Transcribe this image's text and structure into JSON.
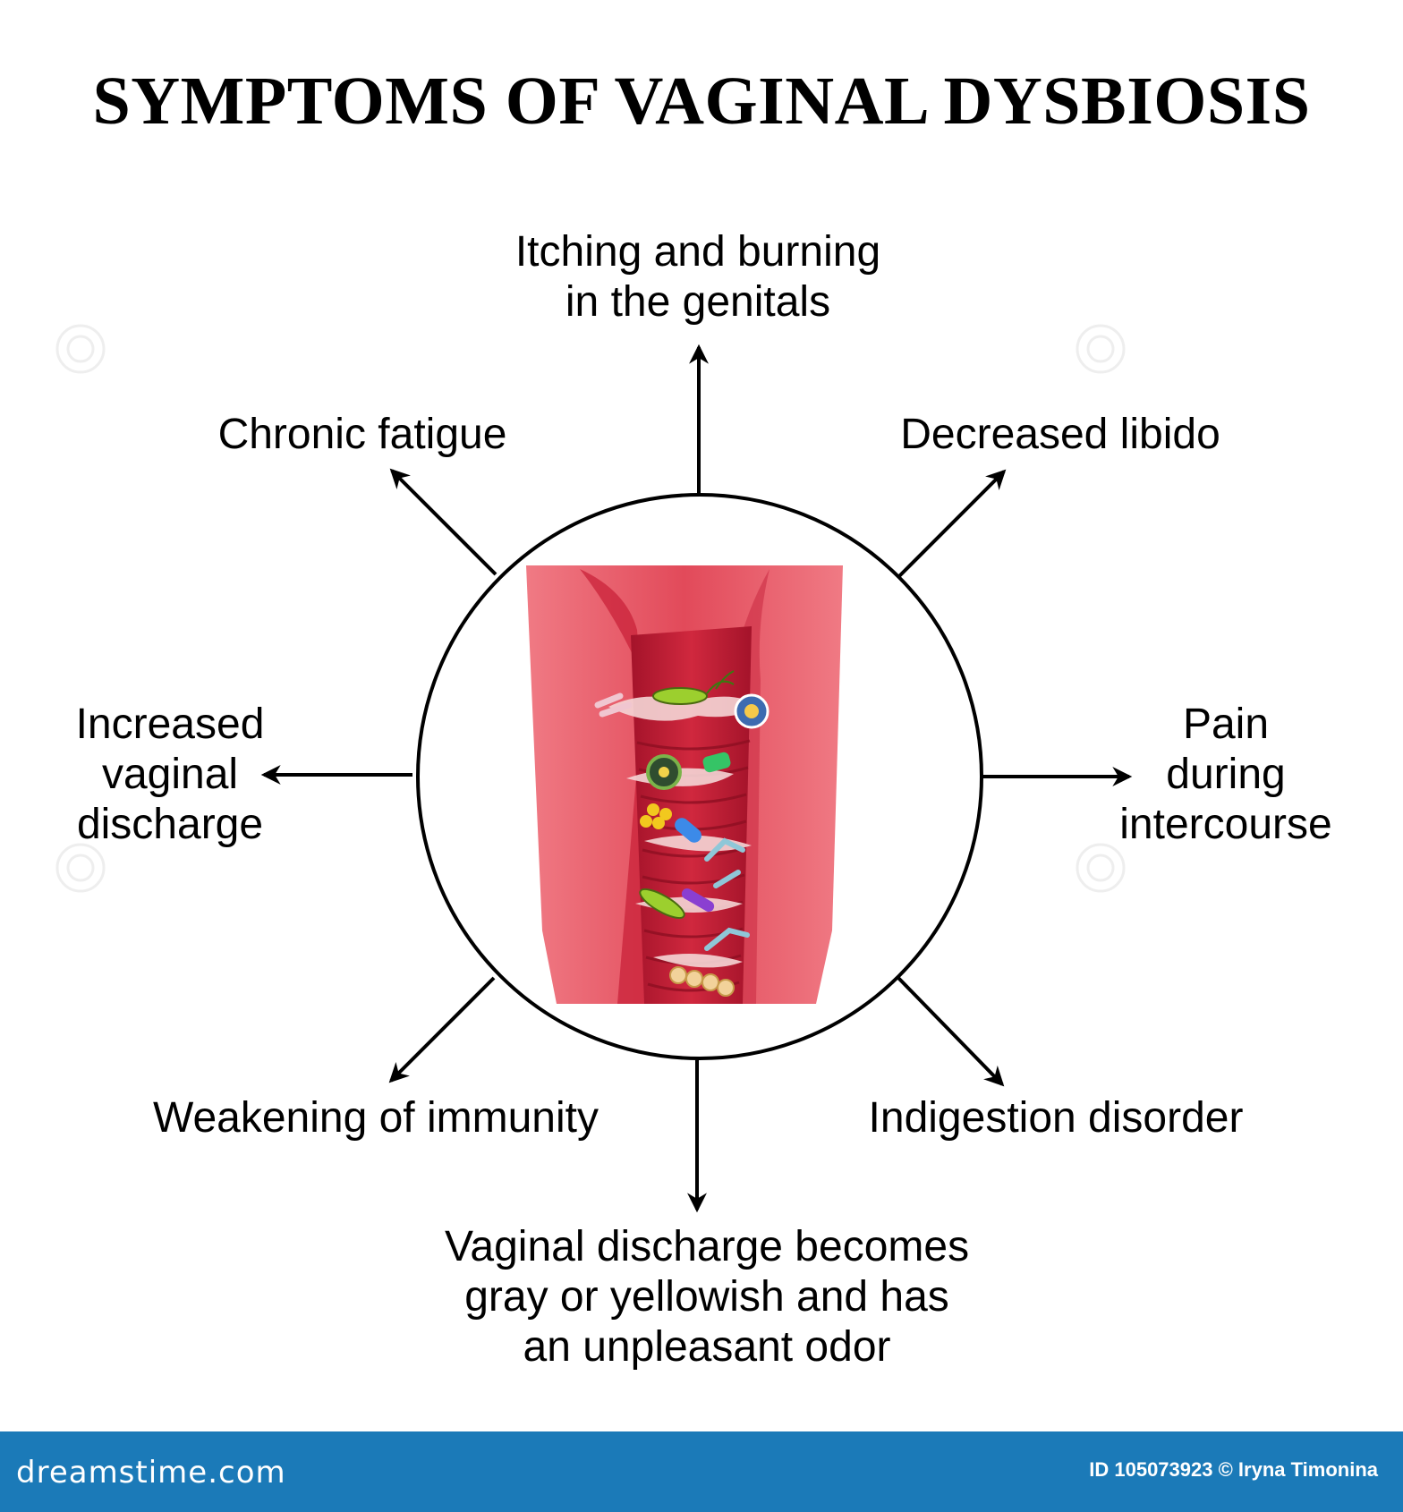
{
  "title": "SYMPTOMS OF VAGINAL DYSBIOSIS",
  "symptoms": {
    "top": "Itching and burning\nin the genitals",
    "top_left": "Chronic fatigue",
    "top_right": "Decreased libido",
    "left": "Increased\nvaginal\ndischarge",
    "right": "Pain\nduring\nintercourse",
    "bottom_left": "Weakening of immunity",
    "bottom_right": "Indigestion disorder",
    "bottom": "Vaginal discharge becomes\ngray or yellowish and has\nan unpleasant odor"
  },
  "footer": {
    "logo": "dreamstime.com",
    "credit": "ID 105073923 © Iryna Timonina"
  },
  "colors": {
    "tissue": "#e8515f",
    "tissue_dark": "#b3162c",
    "footer_bg": "#1b7ab8"
  }
}
